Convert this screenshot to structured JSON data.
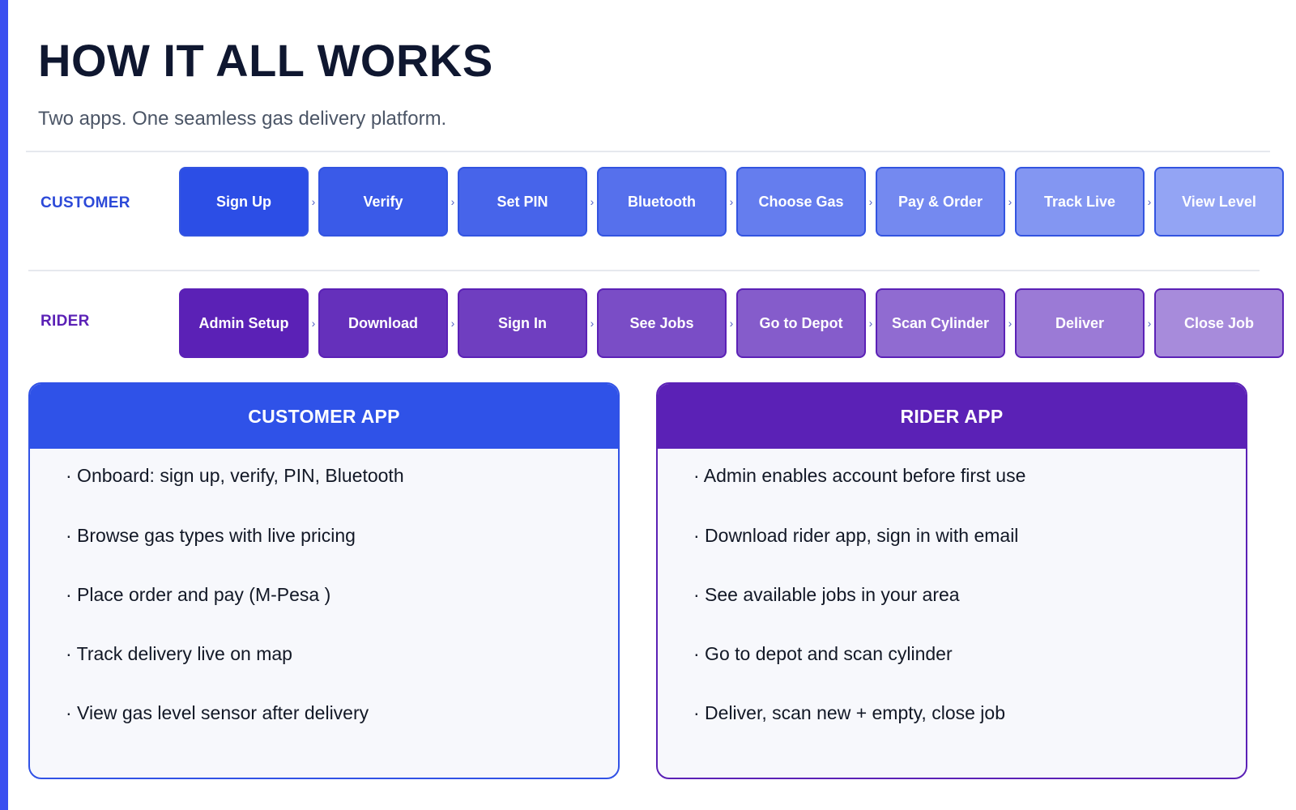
{
  "header": {
    "title": "HOW IT ALL WORKS",
    "subtitle": "Two apps. One seamless gas delivery platform."
  },
  "flows": {
    "customer": {
      "label": "CUSTOMER",
      "steps": [
        "Sign Up",
        "Verify",
        "Set PIN",
        "Bluetooth",
        "Choose Gas",
        "Pay & Order",
        "Track Live",
        "View Level"
      ]
    },
    "rider": {
      "label": "RIDER",
      "steps": [
        "Admin Setup",
        "Download",
        "Sign In",
        "See Jobs",
        "Go to Depot",
        "Scan Cylinder",
        "Deliver",
        "Close Job"
      ]
    },
    "arrow_glyph": "›"
  },
  "cards": {
    "customer": {
      "title": "CUSTOMER APP",
      "items": [
        "· Onboard: sign up, verify, PIN, Bluetooth",
        "· Browse gas types with live pricing",
        "· Place order and pay (M-Pesa )",
        "· Track delivery live on map",
        "· View gas level sensor after delivery"
      ]
    },
    "rider": {
      "title": "RIDER APP",
      "items": [
        "· Admin enables account before first use",
        "· Download rider app, sign in with email",
        "· See available jobs in your area",
        "· Go to depot and scan cylinder",
        "· Deliver, scan new + empty, close job"
      ]
    }
  },
  "colors": {
    "customer_steps": [
      "#2c4ee6",
      "#3a5ae8",
      "#4764ea",
      "#5670ec",
      "#657dee",
      "#7489f0",
      "#8396f2",
      "#93a4f4"
    ],
    "customer_step_border": "#3354e0",
    "rider_steps": [
      "#5b21b6",
      "#6530bb",
      "#6f3ec0",
      "#7a4dc6",
      "#855ccb",
      "#906bd1",
      "#9b7ad6",
      "#a78bdb"
    ],
    "rider_step_border": "#5b21b6"
  }
}
